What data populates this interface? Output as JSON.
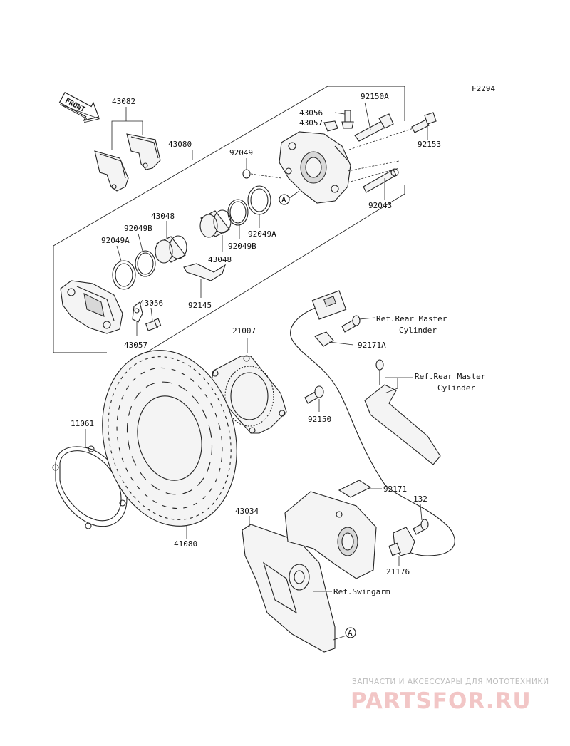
{
  "figure_code": "F2294",
  "front_label": "FRONT",
  "part_labels": {
    "p43082": "43082",
    "p43080": "43080",
    "p43048_top": "43048",
    "p92049B_top": "92049B",
    "p92049A_top": "92049A",
    "p43048_mid": "43048",
    "p92049B_mid": "92049B",
    "p92049A_mid": "92049A",
    "p92145": "92145",
    "p43056_low": "43056",
    "p43057_low": "43057",
    "p92049": "92049",
    "p43056_top": "43056",
    "p43057_top": "43057",
    "p92150A": "92150A",
    "p92153": "92153",
    "p92043": "92043",
    "p21007": "21007",
    "p92150": "92150",
    "p11061": "11061",
    "p41080": "41080",
    "p43034": "43034",
    "p92171A": "92171A",
    "p92171": "92171",
    "p132": "132",
    "p21176": "21176"
  },
  "circle_markers": {
    "top": "A",
    "bottom": "A"
  },
  "references": {
    "master_cyl_1_line1": "Ref.Rear Master",
    "master_cyl_1_line2": "Cylinder",
    "master_cyl_2_line1": "Ref.Rear Master",
    "master_cyl_2_line2": "Cylinder",
    "swingarm": "Ref.Swingarm"
  },
  "watermark": {
    "caption": "ЗАПЧАСТИ И АКСЕССУАРЫ ДЛЯ МОТОТЕХНИКИ",
    "brand": "PARTSFOR.RU"
  }
}
